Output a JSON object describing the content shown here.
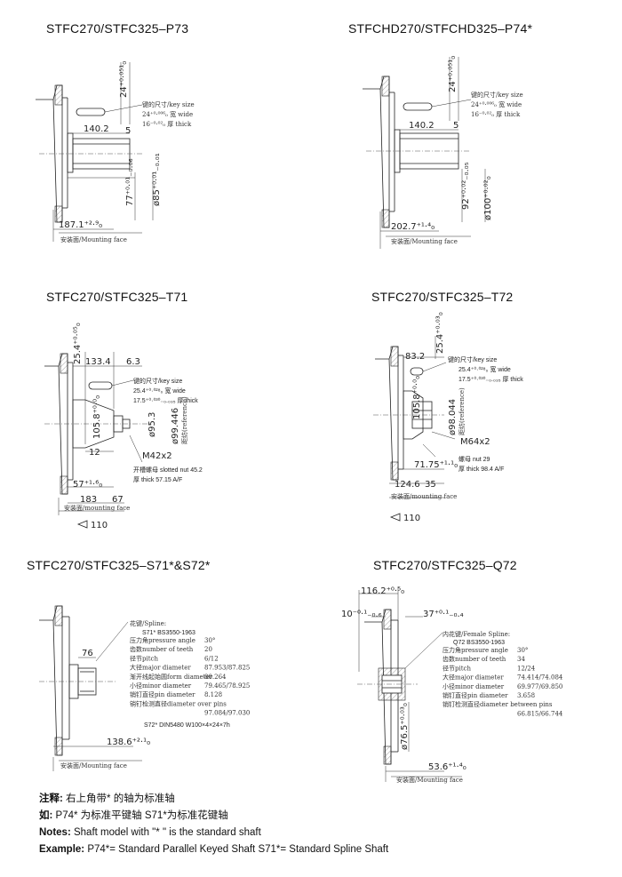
{
  "panels": {
    "p73": {
      "title": "STFC270/STFC325–P73",
      "key_size_cn": "键的尺寸/key size",
      "key_wide": "24⁺⁰·⁰⁰⁶₀ 宽 wide",
      "key_thick": "16⁻⁰·⁰²₀ 厚 thick",
      "dim_top": "24⁺⁰·⁰⁵¹₀",
      "dim_len": "140.2",
      "dim_5": "5",
      "dim_77": "77⁺⁰·⁰¹₋₀.₀₆",
      "dim_dia": "ø85⁺⁰·⁰¹₋₀.₀₁",
      "dim_base": "187.1⁺²·⁹₀",
      "mount": "安装面/Mounting face"
    },
    "p74": {
      "title": "STFCHD270/STFCHD325–P74*",
      "key_size_cn": "键的尺寸/key size",
      "key_wide": "24⁺⁰·⁰⁰⁶₀ 宽 wide",
      "key_thick": "16⁻⁰·⁰²₀ 厚 thick",
      "dim_top": "24⁺⁰·⁰⁵¹₀",
      "dim_len": "140.2",
      "dim_5": "5",
      "dim_92": "92⁺⁰·⁰²₋₀.₀₅",
      "dim_dia": "ø100⁺⁰·⁰²₀",
      "dim_base": "202.7⁺¹·⁴₀",
      "mount": "安装面/Mounting face"
    },
    "t71": {
      "title": "STFC270/STFC325–T71",
      "dim_top": "25.4⁺⁰·⁰⁵₀",
      "dim_133": "133.4",
      "dim_63": "6.3",
      "key_size": "键的尺寸/key size",
      "key_wide": "25.4⁺⁰·⁰²⁸₀ 宽 wide",
      "key_thick": "17.5⁺⁰·⁰³⁰₋₀.₀₃₅ 厚 thick",
      "dim_105": "105.8⁺⁰·⁰₀",
      "dim_99": "ø99.446",
      "dim_99_note": "距纺(reference)",
      "dim_95": "ø95.3",
      "dim_12": "12",
      "thread": "M42x2",
      "nut": "开槽螺母 slotted nut 45.2",
      "nut_thick": "厚 thick 57.15 A/F",
      "dim_57": "57⁺¹·⁶₀",
      "dim_183": "183",
      "dim_67": "67",
      "mount": "安装面/mounting face",
      "taper": "110"
    },
    "t72": {
      "title": "STFC270/STFC325–T72",
      "dim_top": "25.4⁺⁰·⁰³₀",
      "dim_832": "83.2",
      "key_size": "键的尺寸/key size",
      "key_wide": "25.4⁺⁰·⁰²⁸₀ 宽 wide",
      "key_thick": "17.5⁺⁰·⁰³⁰₋₀.₀₃₅ 厚 thick",
      "dim_105": "105.8⁺⁰·⁰₀",
      "dim_98": "ø98.044",
      "dim_98_note": "距纺(reference)",
      "thread": "M64x2",
      "nut": "螺母 nut 29",
      "nut_thick": "厚 thick 98.4 A/F",
      "dim_7175": "71.75⁺¹·¹₀",
      "dim_1246": "124.6",
      "dim_35": "35",
      "mount": "安装面/mounting face",
      "taper": "110"
    },
    "s71": {
      "title": "STFC270/STFC325–S71*&S72*",
      "dim_76": "76",
      "spline_head": "花键/Spline:",
      "std": "S71*  BS3550-1963",
      "rows": [
        [
          "压力角pressure angle",
          "30°"
        ],
        [
          "齿数number of teeth",
          "20"
        ],
        [
          "径节pitch",
          "6/12"
        ],
        [
          "大径major diameter",
          "87.953/87.825"
        ],
        [
          "渐开线起始圆form diameter",
          "80.264"
        ],
        [
          "小径minor diameter",
          "79.465/78.925"
        ],
        [
          "销钉直径pin diameter",
          "8.128"
        ],
        [
          "销钉检测直径diameter over pins",
          ""
        ],
        [
          "",
          "97.084/97.030"
        ]
      ],
      "s72": "S72*  DIN5480  W100×4×24×7h",
      "dim_base": "138.6⁺²·¹₀",
      "mount": "安装面/Mounting face"
    },
    "q72": {
      "title": "STFC270/STFC325–Q72",
      "dim_1162": "116.2⁺⁰·⁵₀",
      "dim_10": "10⁻⁰·¹₋₀.₆",
      "dim_37": "37⁺⁰·¹₋₀.₄",
      "spline_head": "内花键/Female Spline:",
      "std": "Q72  BS3550-1963",
      "rows": [
        [
          "压力角pressure angle",
          "30°"
        ],
        [
          "齿数number of teeth",
          "34"
        ],
        [
          "径节pitch",
          "12/24"
        ],
        [
          "大径major diameter",
          "74.414/74.084"
        ],
        [
          "小径minor diameter",
          "69.977/69.850"
        ],
        [
          "销钉直径pin diameter",
          "3.658"
        ],
        [
          "销钉检测直径diameter between pins",
          ""
        ],
        [
          "",
          "66.815/66.744"
        ]
      ],
      "dim_765": "ø76.5⁺⁰·⁰³₀",
      "dim_536": "53.6⁺¹·⁴₀",
      "mount": "安装面/Mounting face"
    }
  },
  "notes": {
    "l1_label": "注释:",
    "l1_text": " 右上角带* 的轴为标准轴",
    "l2_label": "如:",
    "l2_text": " P74*  为标准平键轴    S71*为标准花键轴",
    "l3_label": "Notes:",
    "l3_text": " Shaft model with \"* \" is the standard shaft",
    "l4_label": "Example:",
    "l4_text": " P74*= Standard Parallel Keyed Shaft      S71*= Standard Spline Shaft"
  }
}
